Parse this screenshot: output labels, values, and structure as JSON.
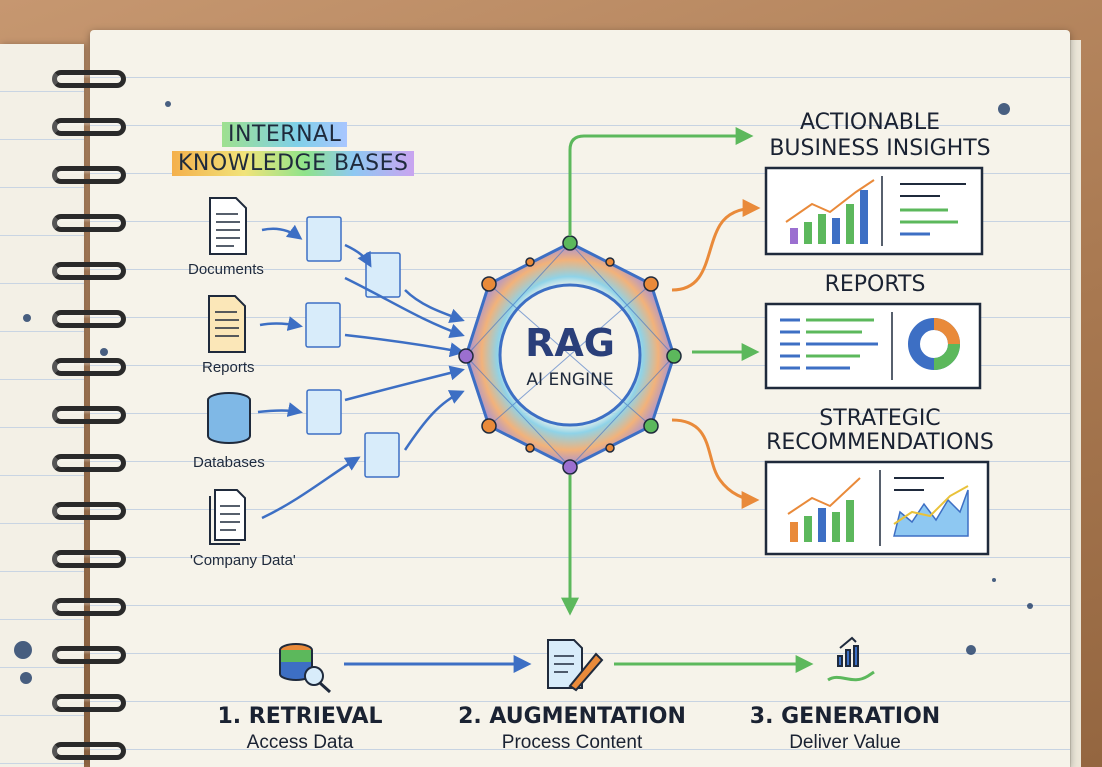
{
  "title": {
    "line1": "INTERNAL",
    "line2": "KNOWLEDGE BASES"
  },
  "sources": [
    {
      "label": "Documents",
      "icon": "document-icon"
    },
    {
      "label": "Reports",
      "icon": "report-icon"
    },
    {
      "label": "Databases",
      "icon": "database-icon"
    },
    {
      "label": "'Company Data'",
      "icon": "company-data-icon"
    }
  ],
  "engine": {
    "title": "RAG",
    "subtitle": "AI ENGINE"
  },
  "outputs": [
    {
      "line1": "ACTIONABLE",
      "line2": "BUSINESS INSIGHTS",
      "icon": "bar-chart-dashboard-icon"
    },
    {
      "line1": "REPORTS",
      "line2": "",
      "icon": "donut-chart-dashboard-icon"
    },
    {
      "line1": "STRATEGIC",
      "line2": "RECOMMENDATIONS",
      "icon": "area-chart-dashboard-icon"
    }
  ],
  "steps": [
    {
      "title": "1. RETRIEVAL",
      "subtitle": "Access Data",
      "icon": "database-search-icon"
    },
    {
      "title": "2. AUGMENTATION",
      "subtitle": "Process Content",
      "icon": "document-pencil-icon"
    },
    {
      "title": "3. GENERATION",
      "subtitle": "Deliver Value",
      "icon": "hand-growth-icon"
    }
  ],
  "colors": {
    "blue_arrow": "#3d6fc4",
    "green_arrow": "#5cb85c",
    "orange_arrow": "#e98a3a",
    "ink": "#1f2a3c",
    "paper": "#f6f3ea"
  }
}
